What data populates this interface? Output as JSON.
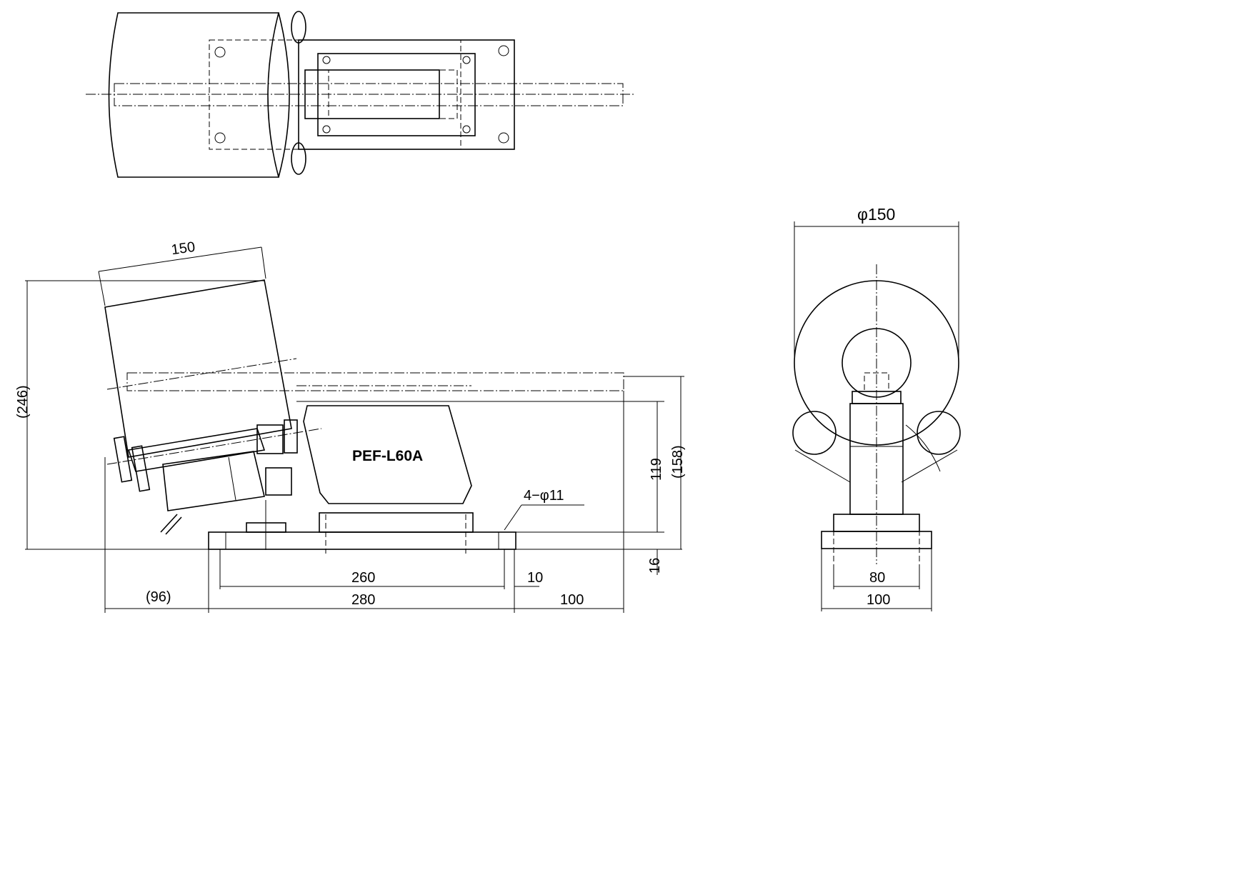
{
  "drawing": {
    "model_label": "PEF-L60A",
    "dimensions": {
      "hopper_width": "150",
      "overall_height": "(246)",
      "height_to_top": "119",
      "height_to_axis": "(158)",
      "base_thickness": "16",
      "hole_pitch": "260",
      "hole_offset": "10",
      "overhang": "(96)",
      "base_length": "280",
      "outlet_length": "100",
      "hole_callout": "4−φ11",
      "drum_diameter": "φ150",
      "end_hole_pitch": "80",
      "end_base_width": "100"
    }
  }
}
